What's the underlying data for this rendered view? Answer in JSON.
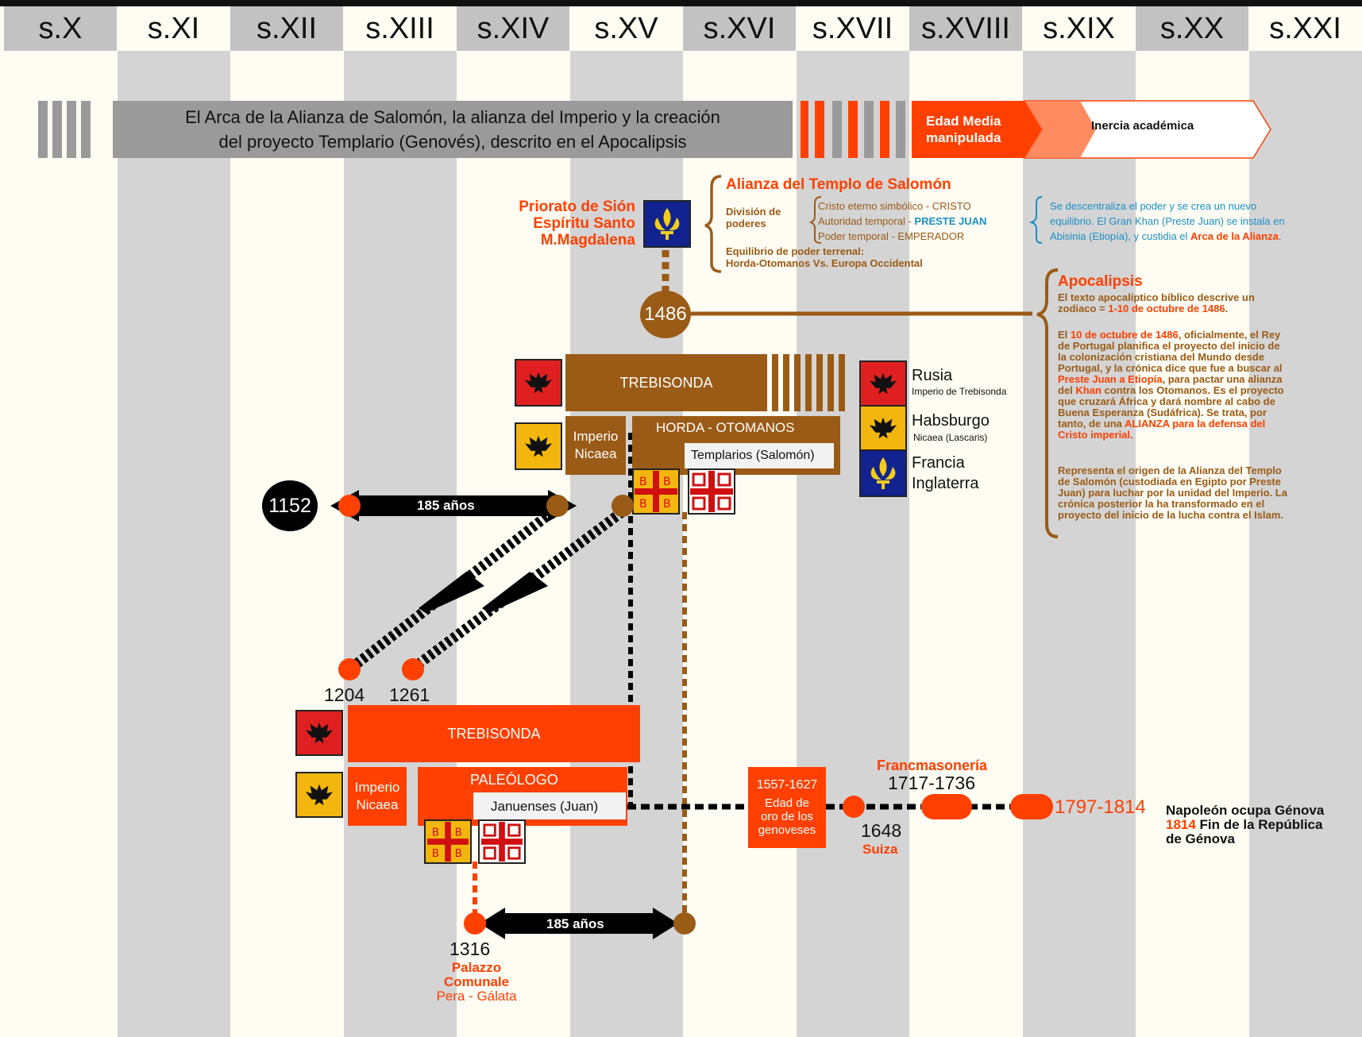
{
  "centuries": [
    "s.X",
    "s.XI",
    "s.XII",
    "s.XIII",
    "s.XIV",
    "s.XV",
    "s.XVI",
    "s.XVII",
    "s.XVIII",
    "s.XIX",
    "s.XX",
    "s.XXI"
  ],
  "banner": {
    "title_line1": "El Arca de la Alianza de Salomón, la alianza del Imperio y la creación",
    "title_line2": "del proyecto Templario (Genovés), descrito en el Apocalipsis",
    "edad_media_line1": "Edad Media",
    "edad_media_line2": "manipulada",
    "inercia": "Inercia académica"
  },
  "priorato": {
    "line1": "Priorato de Sión",
    "line2": "Espíritu Santo",
    "line3": "M.Magdalena"
  },
  "alianza": {
    "title": "Alianza del Templo de Salomón",
    "division_line1": "División de",
    "division_line2": "poderes",
    "item1": "Cristo eterno simbólico - CRISTO",
    "item2_prefix": "Autoridad temporal - ",
    "item2_highlight": "PRESTE JUAN",
    "item3": "Poder temporal - EMPERADOR",
    "equilibrio_line1": "Equilibrio de poder terrenal:",
    "equilibrio_line2": "Horda-Otomanos Vs. Europa Occidental"
  },
  "descentraliza": {
    "line1": "Se descentraliza el poder y se crea un nuevo",
    "line2": "equilibrio. El Gran Khan (Preste Juan) se instala en",
    "line3_prefix": "Abisinia (Etiopía), y custidia el ",
    "line3_highlight": "Arca de la Alianza",
    "line3_suffix": "."
  },
  "apocalipsis": {
    "title": "Apocalipsis",
    "p1_line1": "El texto apocalíptico bíblico descrive un",
    "p1_line2_prefix": "zodiaco = ",
    "p1_line2_highlight": "1-10 de octubre de 1486",
    "p1_line2_suffix": ".",
    "p2_line1_prefix": "El ",
    "p2_line1_highlight": "10 de octubre de 1486",
    "p2_line1_suffix": ", oficialmente, el Rey",
    "p2_line2": "de Portugal planifica el proyecto del inicio de",
    "p2_line3": "la colonización cristiana del Mundo desde",
    "p2_line4": "Portugal, y la crónica dice que fue a buscar al",
    "p2_line5_highlight": "Preste Juan a Etiopía",
    "p2_line5_suffix": ", para pactar una alianza",
    "p2_line6_prefix": "del ",
    "p2_line6_highlight": "Khan",
    "p2_line6_suffix": " contra los Otomanos. Es el proyecto",
    "p2_line7": "que cruzará África y dará nombre al cabo de",
    "p2_line8": "Buena Esperanza (Sudáfrica). Se trata, por",
    "p2_line9_prefix": "tanto, de una ",
    "p2_line9_highlight": "ALIANZA para la defensa del",
    "p2_line10_highlight": "Cristo imperial",
    "p2_line10_suffix": ".",
    "p3_line1": "Representa el origen de la Alianza del Templo",
    "p3_line2": "de Salomón (custodiada en Egipto por Preste",
    "p3_line3": "Juan) para luchar por la unidad del Imperio. La",
    "p3_line4": "crónica posterior la ha transformado en el",
    "p3_line5": "proyecto del inicio de la lucha contra el Islam."
  },
  "upper": {
    "year_1486": "1486",
    "trebisonda": "TREBISONDA",
    "imperio_line1": "Imperio",
    "imperio_line2": "Nicaea",
    "horda": "HORDA - OTOMANOS",
    "templarios": "Templarios (Salomón)"
  },
  "legend": {
    "rusia": "Rusia",
    "rusia_sub": "Imperio de Trebisonda",
    "habsburgo": "Habsburgo",
    "habsburgo_sub": "Nicaea (Lascaris)",
    "francia": "Francia",
    "inglaterra": "Inglaterra"
  },
  "middle": {
    "year_1152": "1152",
    "years_185": "185 años",
    "year_1204": "1204",
    "year_1261": "1261"
  },
  "lower": {
    "trebisonda": "TREBISONDA",
    "imperio_line1": "Imperio",
    "imperio_line2": "Nicaea",
    "paleologo": "PALEÓLOGO",
    "januenses": "Januenses (Juan)",
    "edad_oro_line1": "1557-1627",
    "edad_oro_line2": "Edad de",
    "edad_oro_line3": "oro de los",
    "edad_oro_line4": "genoveses",
    "year_1648": "1648",
    "suiza": "Suiza",
    "francmasoneria": "Francmasonería",
    "years_1717": "1717-1736",
    "years_1797": "1797-1814",
    "napoleon_line1": "Napoleón ocupa Génova",
    "napoleon_line2_highlight": "1814",
    "napoleon_line2_suffix": " Fin de la República",
    "napoleon_line3": "de Génova",
    "years_185_bottom": "185 años",
    "year_1316": "1316",
    "palazzo_line1": "Palazzo",
    "palazzo_line2": "Comunale",
    "palazzo_line3": "Pera - Gálata"
  },
  "colors": {
    "brown": "#9a5b16",
    "red_orange": "#ff4000",
    "blue_text": "#1a8fc7",
    "gray_band": "#d4d4d4",
    "cream": "#fffdf3"
  },
  "icons": [
    "fleur-de-lis-icon",
    "double-headed-eagle-icon",
    "byzantine-cross-icon",
    "cross-crosslets-icon"
  ]
}
